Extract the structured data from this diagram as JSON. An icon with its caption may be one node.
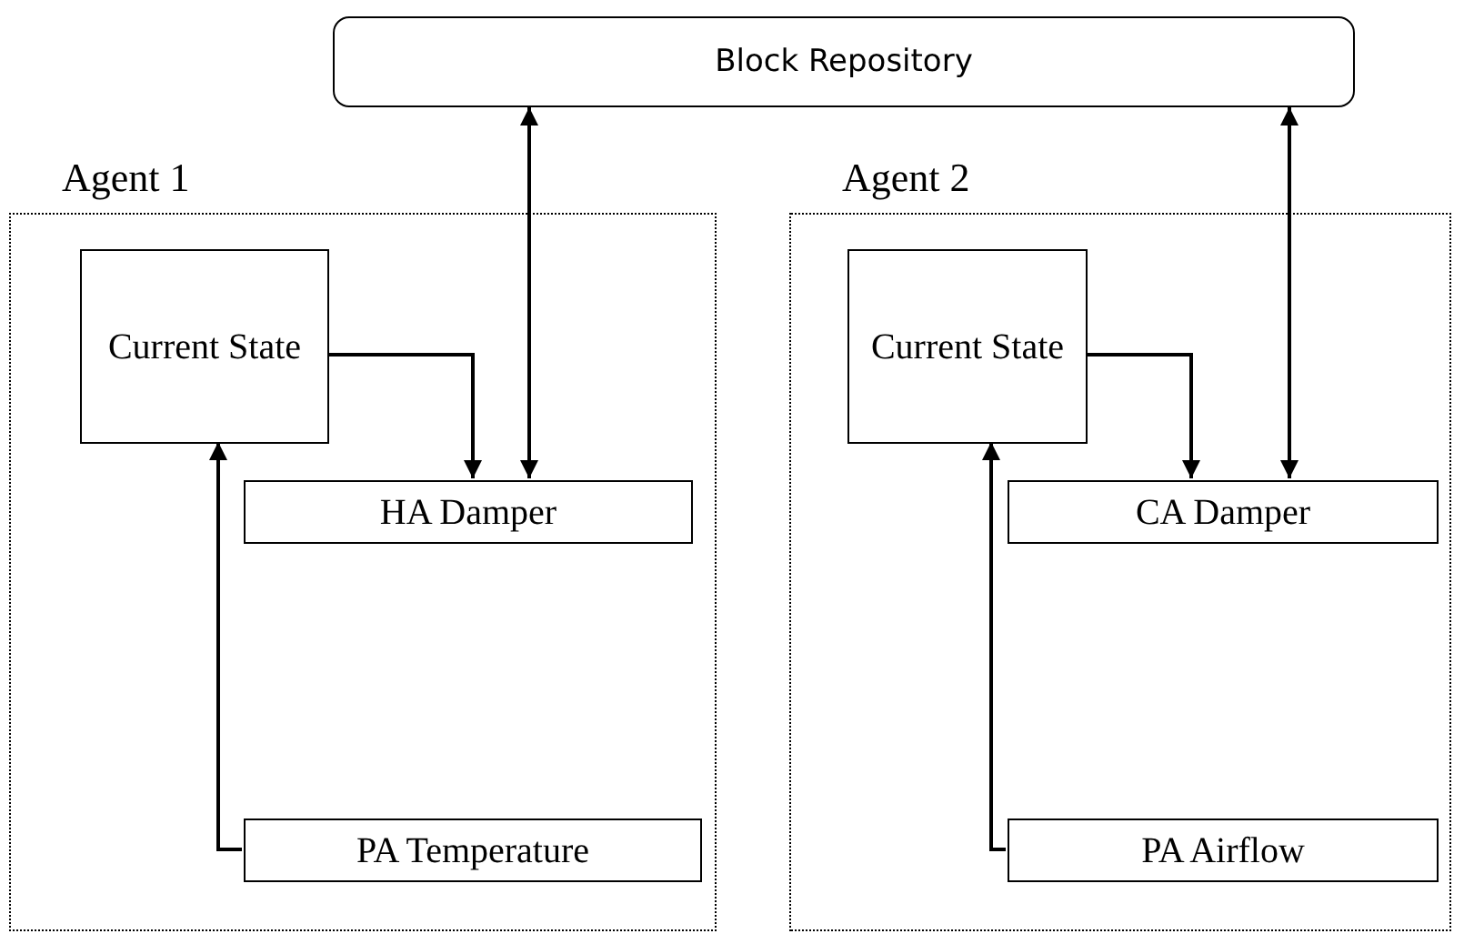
{
  "diagram": {
    "nodes": [
      {
        "text": [
          "Block Repository"
        ]
      },
      {
        "text": [
          "Agent 1"
        ]
      },
      {
        "text": [
          "Current State"
        ],
        "in": 1
      },
      {
        "text": [
          "HA Damper"
        ],
        "in": 1
      },
      {
        "text": [
          "PA Temperature"
        ],
        "in": 1
      },
      {
        "text": [
          "Agent 2"
        ]
      },
      {
        "text": [
          "Current State"
        ],
        "in": 5
      },
      {
        "text": [
          "CA Damper"
        ],
        "in": 5
      },
      {
        "text": [
          "PA Airflow"
        ],
        "in": 5
      }
    ],
    "edges": [
      {
        "from": 2,
        "to": 3,
        "arrow": "to"
      },
      {
        "from": 3,
        "to": 0,
        "arrow": "both"
      },
      {
        "from": 4,
        "to": 2,
        "arrow": "to"
      },
      {
        "from": 6,
        "to": 7,
        "arrow": "to"
      },
      {
        "from": 7,
        "to": 0,
        "arrow": "both"
      },
      {
        "from": 8,
        "to": 6,
        "arrow": "to"
      }
    ]
  }
}
